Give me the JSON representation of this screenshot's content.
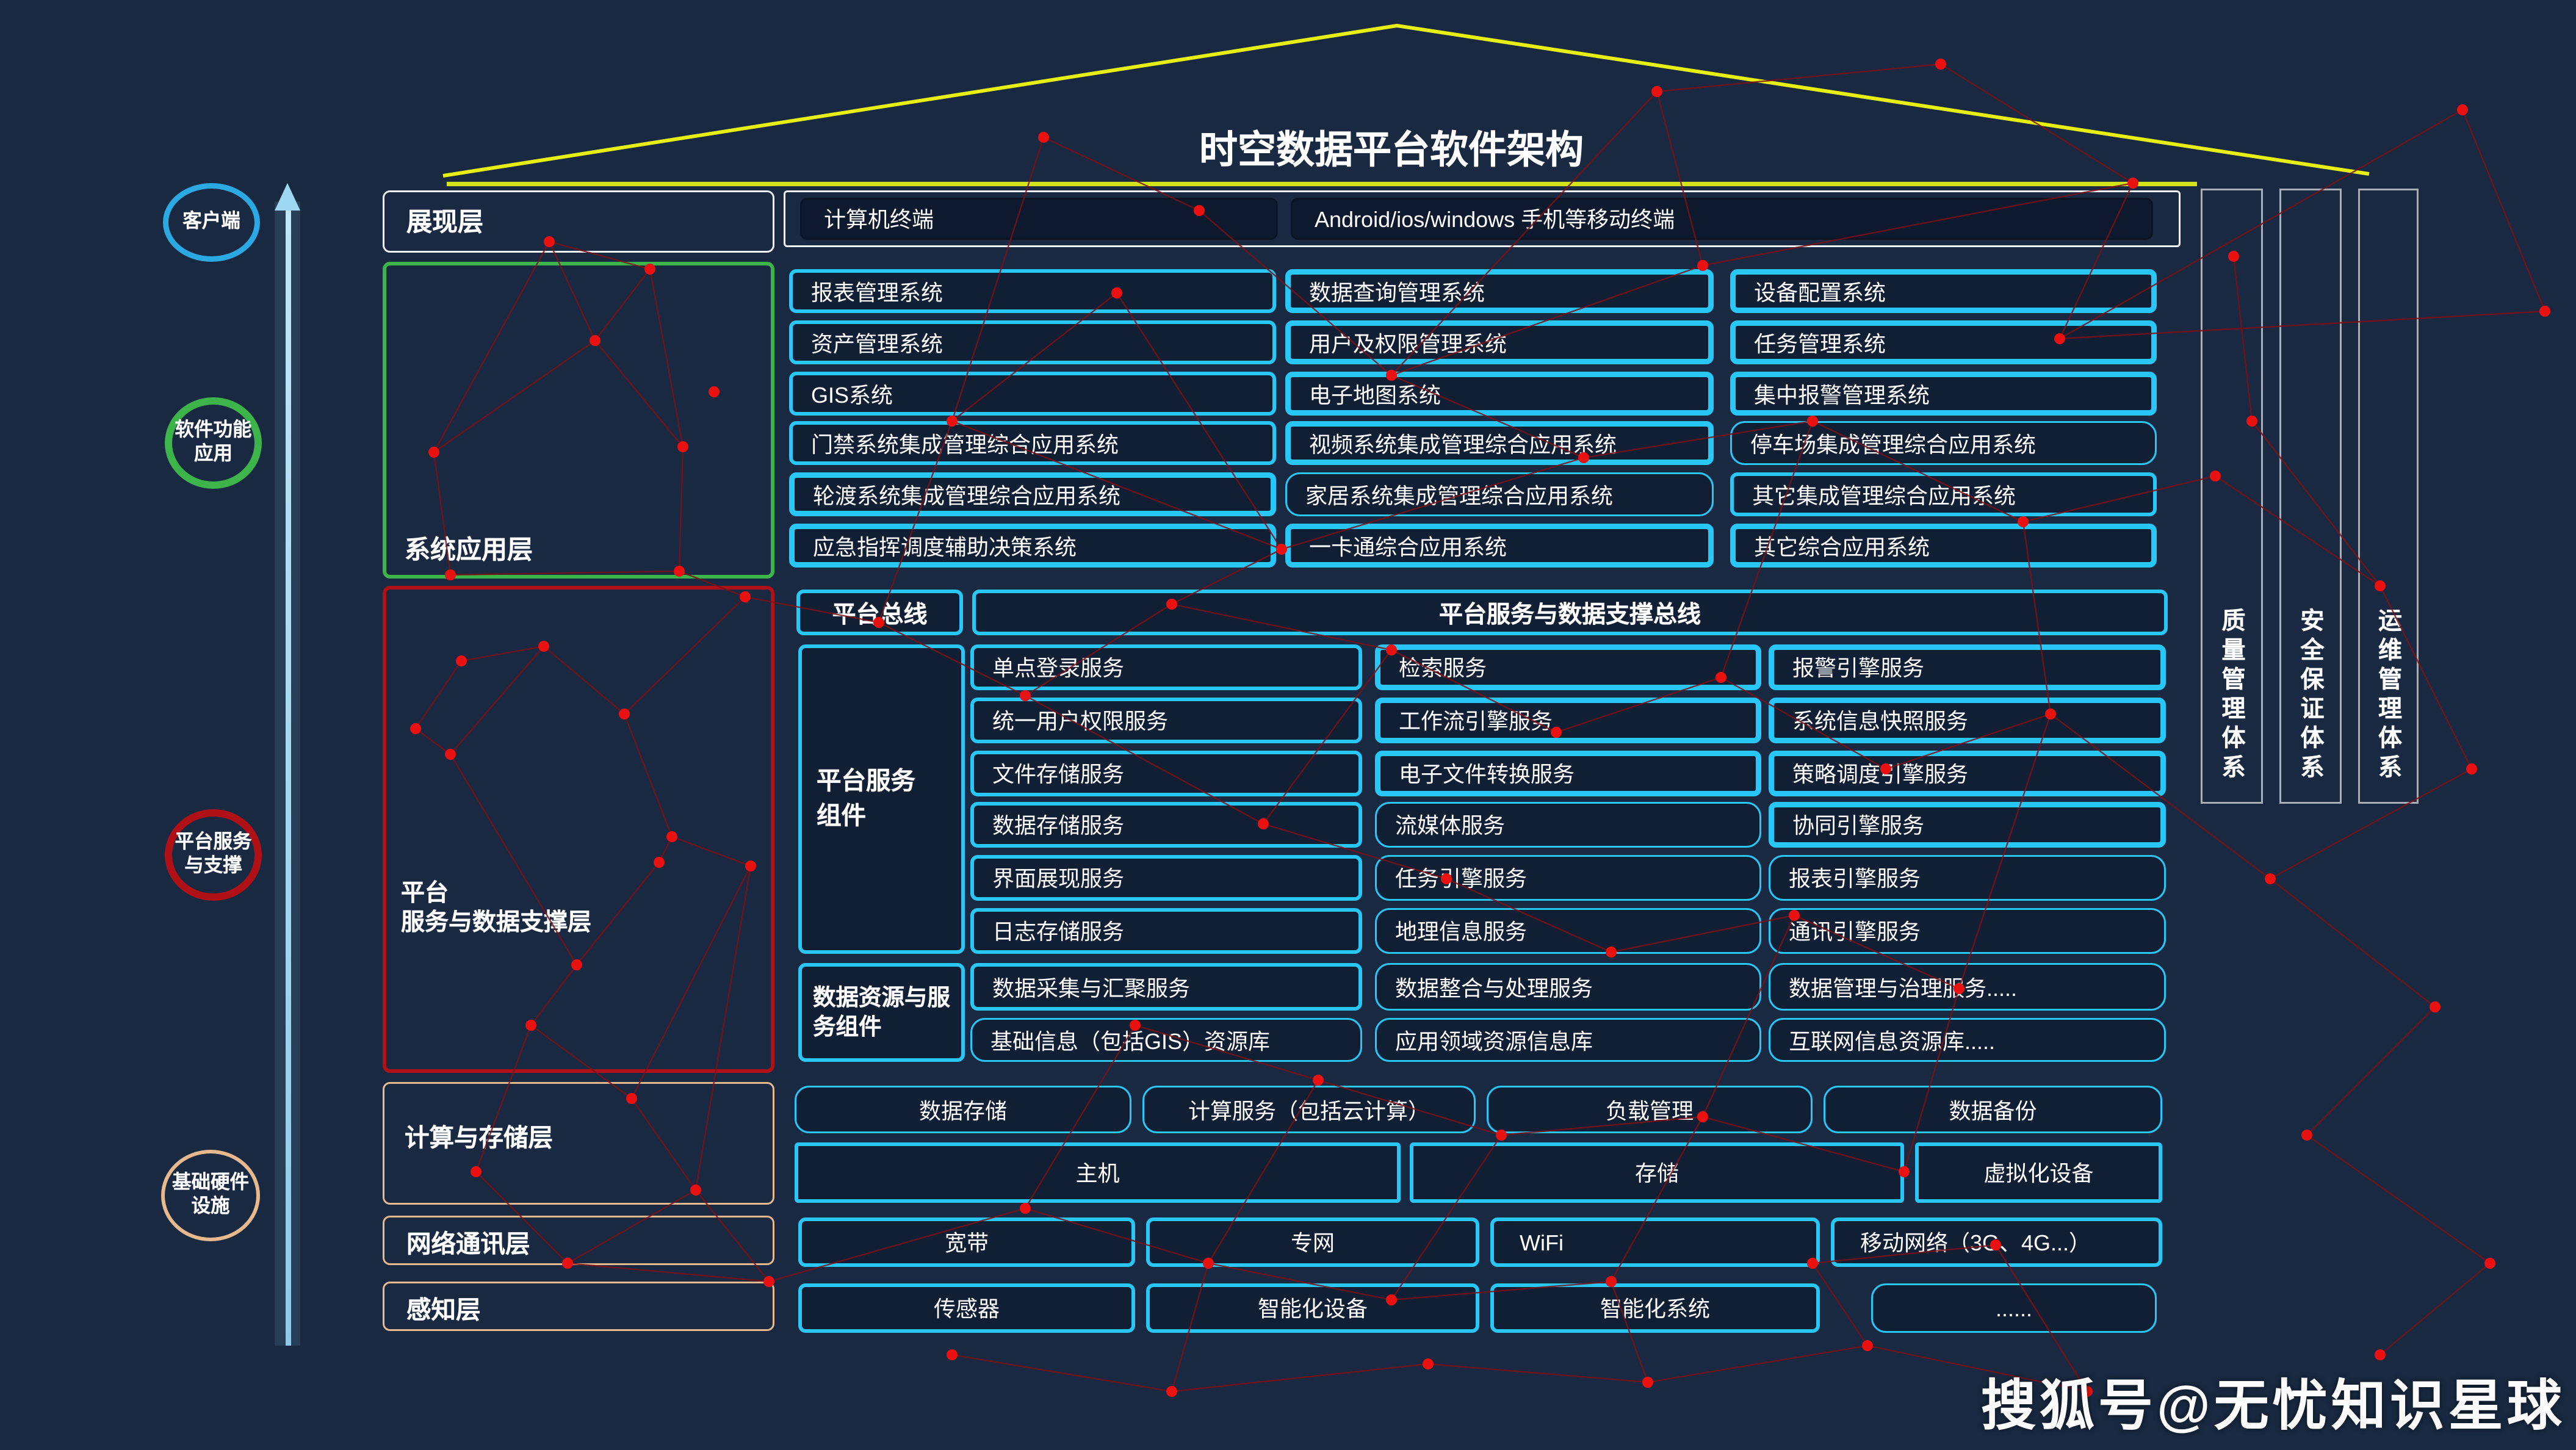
{
  "title": "时空数据平台软件架构",
  "watermark": "搜狐号@无忧知识星球",
  "circles": [
    {
      "label": "客户端",
      "color": "#2aa9e2"
    },
    {
      "label": "软件功能应用",
      "color": "#3cb44a"
    },
    {
      "label": "平台服务与支撑",
      "color": "#b01117"
    },
    {
      "label": "基础硬件设施",
      "color": "#e7b98d"
    }
  ],
  "left_layers": {
    "presentation": "展现层",
    "application": "系统应用层",
    "platform_line1": "平台",
    "platform_line2": "服务与数据支撑层",
    "compute": "计算与存储层",
    "network": "网络通讯层",
    "perception": "感知层"
  },
  "terminals": {
    "pc": "计算机终端",
    "mobile": "Android/ios/windows 手机等移动终端"
  },
  "apps": {
    "col1": [
      "报表管理系统",
      "资产管理系统",
      "GIS系统",
      "门禁系统集成管理综合应用系统",
      "轮渡系统集成管理综合应用系统",
      "应急指挥调度辅助决策系统"
    ],
    "col2": [
      "数据查询管理系统",
      "用户及权限管理系统",
      "电子地图系统",
      "视频系统集成管理综合应用系统",
      "家居系统集成管理综合应用系统",
      "一卡通综合应用系统"
    ],
    "col3": [
      "设备配置系统",
      "任务管理系统",
      "集中报警管理系统",
      "停车场集成管理综合应用系统",
      "其它集成管理综合应用系统",
      "其它综合应用系统"
    ]
  },
  "bus": {
    "left": "平台总线",
    "main": "平台服务与数据支撑总线"
  },
  "services": {
    "label1": "平台服务",
    "label2": "组件",
    "col1": [
      "单点登录服务",
      "统一用户权限服务",
      "文件存储服务",
      "数据存储服务",
      "界面展现服务",
      "日志存储服务"
    ],
    "col2": [
      "检索服务",
      "工作流引擎服务",
      "电子文件转换服务",
      "流媒体服务",
      "任务引擎服务",
      "地理信息服务"
    ],
    "col3": [
      "报警引擎服务",
      "系统信息快照服务",
      "策略调度引擎服务",
      "协同引擎服务",
      "报表引擎服务",
      "通讯引擎服务"
    ]
  },
  "data_services": {
    "label1": "数据资源与服",
    "label2": "务组件",
    "col1": [
      "数据采集与汇聚服务",
      "基础信息（包括GIS）资源库"
    ],
    "col2": [
      "数据整合与处理服务",
      "应用领域资源信息库"
    ],
    "col3": [
      "数据管理与治理服务.....",
      "互联网信息资源库....."
    ]
  },
  "compute": {
    "row1": [
      "数据存储",
      "计算服务（包括云计算）",
      "负载管理",
      "数据备份"
    ],
    "row2": [
      "主机",
      "存储",
      "虚拟化设备"
    ]
  },
  "network_row": [
    "宽带",
    "专网",
    "WiFi",
    "移动网络（3G、4G...）"
  ],
  "perception_row": [
    "传感器",
    "智能化设备",
    "智能化系统",
    "......"
  ],
  "right_bars": [
    "质量管理体系",
    "安全保证体系",
    "运维管理体系"
  ],
  "colors": {
    "background": "#182941",
    "cyan_border": "#28c7f7",
    "green_border": "#3cb44a",
    "red_border": "#b01117",
    "tan_border": "#e7b98d",
    "roof_yellow": "#e7ef10",
    "client_blue": "#2aa9e2",
    "plexus_dot": "#ea1111",
    "plexus_line": "#7d1016",
    "bar_border": "#a9adb5",
    "arrow_blue": "#9ed7f2"
  }
}
